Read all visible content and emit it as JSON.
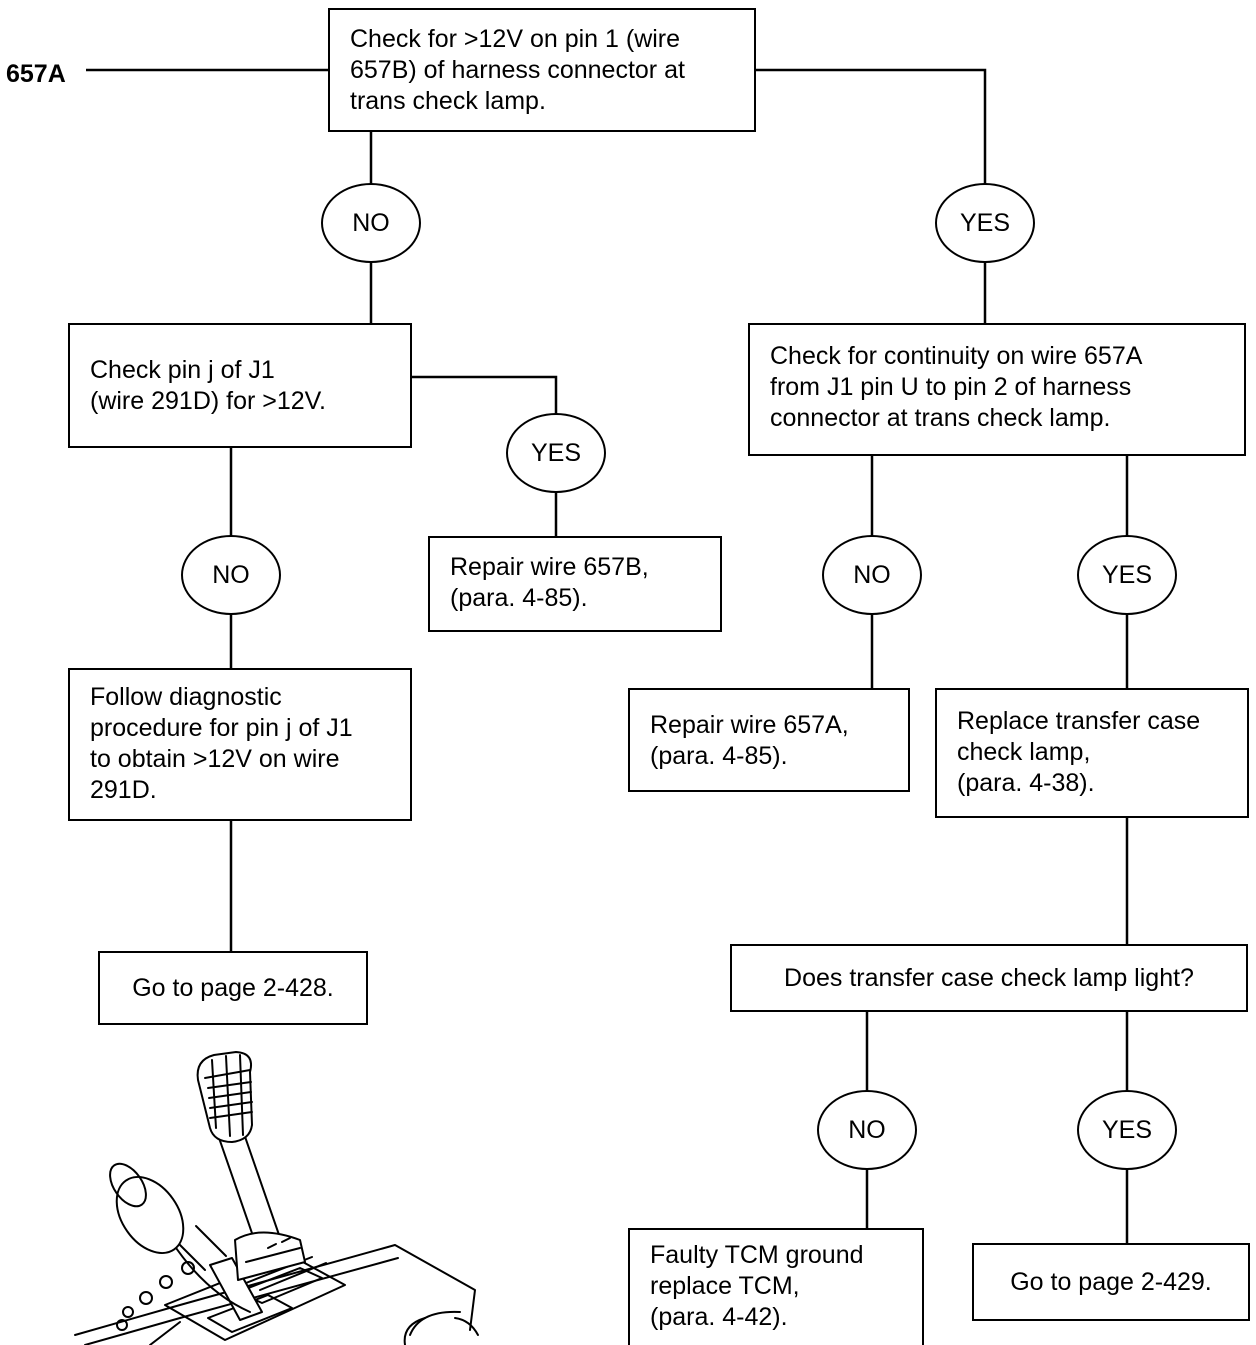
{
  "entry": {
    "label": "657A"
  },
  "nodes": {
    "check_12v_pin1": "Check for >12V on pin 1 (wire\n657B) of harness connector at\ntrans check lamp.",
    "check_pin_j": "Check pin j of J1\n(wire 291D) for >12V.",
    "check_continuity": "Check for continuity on wire 657A\nfrom J1 pin U to pin 2 of harness\nconnector at trans check lamp.",
    "repair_657b": "Repair wire 657B,\n(para. 4-85).",
    "follow_procedure": "Follow diagnostic\nprocedure for pin j of J1\nto obtain >12V on wire\n291D.",
    "repair_657a": "Repair wire 657A,\n(para. 4-85).",
    "replace_lamp": "Replace transfer case\ncheck lamp,\n(para. 4-38).",
    "goto_428": "Go to page 2-428.",
    "lamp_light_question": "Does transfer case check lamp light?",
    "faulty_tcm": "Faulty TCM ground\nreplace TCM,\n(para. 4-42).",
    "goto_429": "Go to page 2-429."
  },
  "decisions": {
    "top_no": "NO",
    "top_yes": "YES",
    "pin_j_yes": "YES",
    "pin_j_no": "NO",
    "continuity_no": "NO",
    "continuity_yes": "YES",
    "lamp_no": "NO",
    "lamp_yes": "YES"
  },
  "illustration": {
    "icon": "gear-shifter-icon"
  }
}
